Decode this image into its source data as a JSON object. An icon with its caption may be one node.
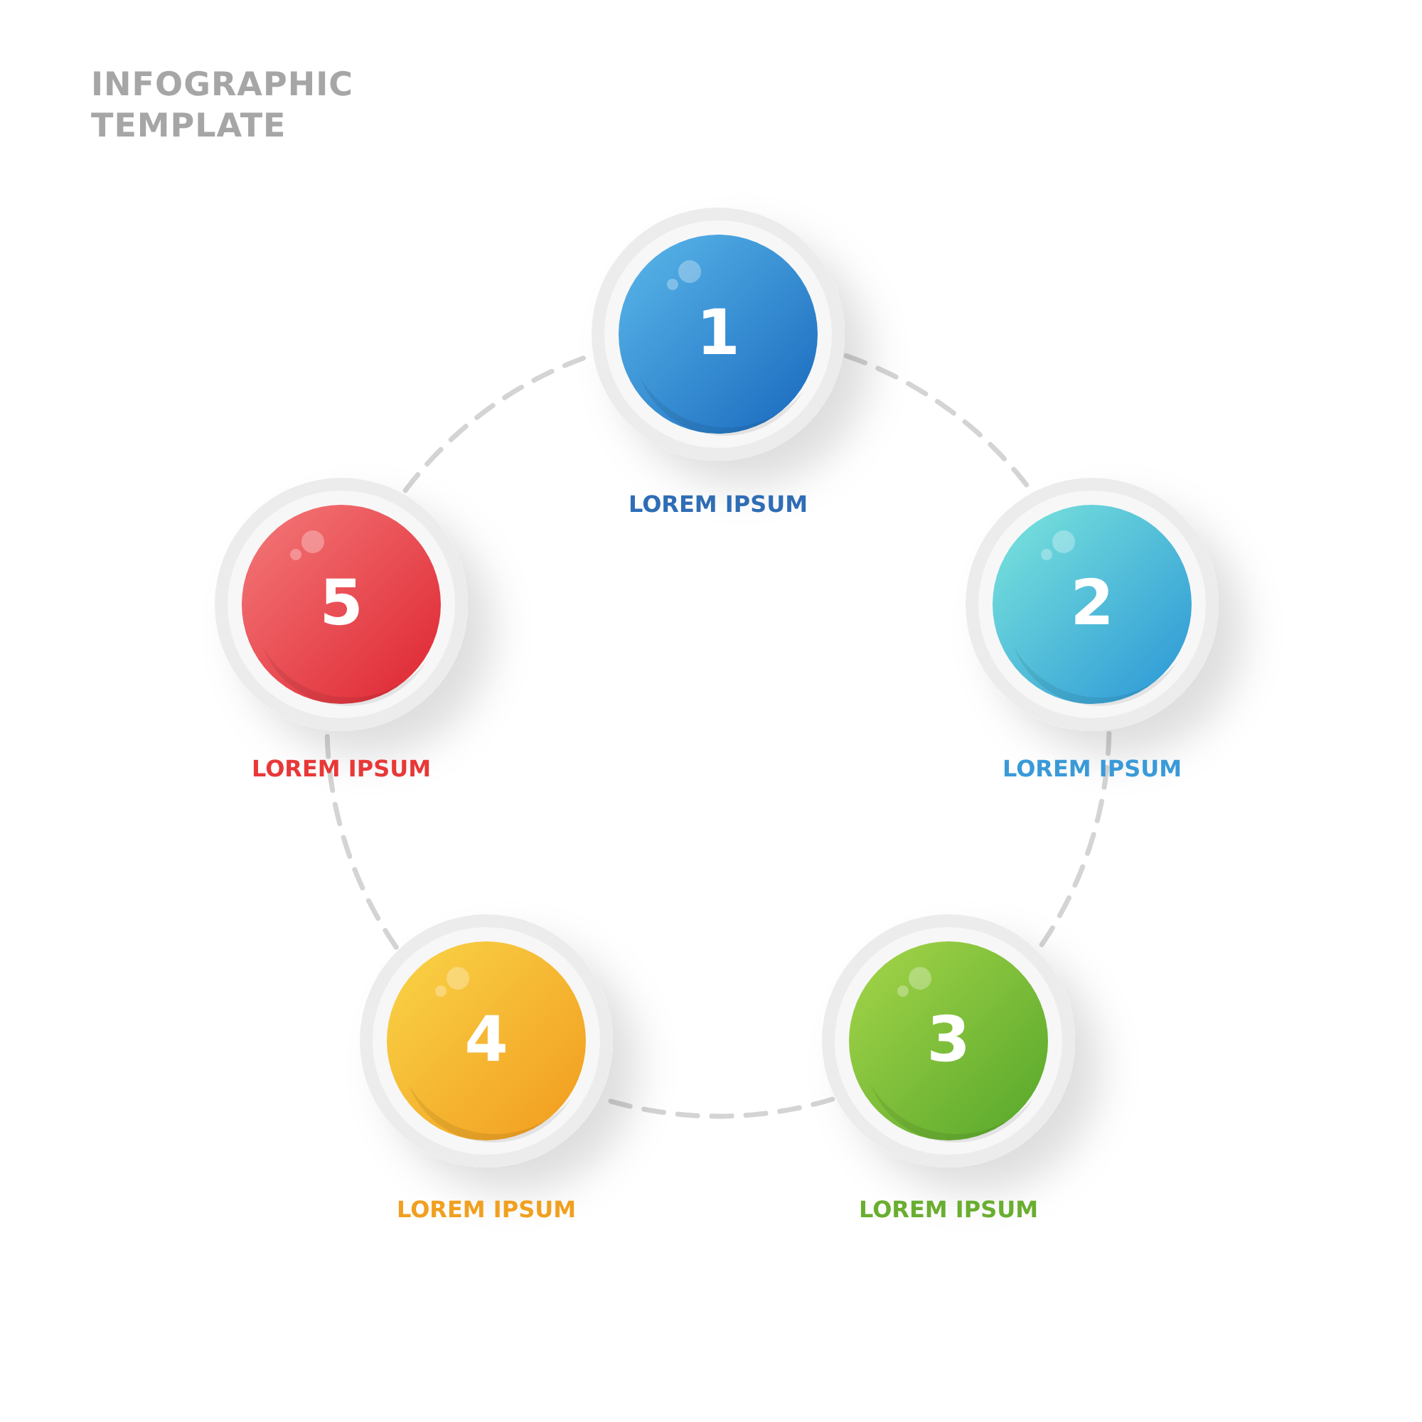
{
  "diagram": {
    "title": "INFOGRAPHIC TEMPLATE",
    "nodes": [
      {
        "text": [
          "1"
        ],
        "beside": [
          "LOREM IPSUM"
        ]
      },
      {
        "text": [
          "2"
        ],
        "beside": [
          "LOREM IPSUM"
        ]
      },
      {
        "text": [
          "3"
        ],
        "beside": [
          "LOREM IPSUM"
        ]
      },
      {
        "text": [
          "4"
        ],
        "beside": [
          "LOREM IPSUM"
        ]
      },
      {
        "text": [
          "5"
        ],
        "beside": [
          "LOREM IPSUM"
        ]
      }
    ],
    "edges": [
      {
        "from": 0,
        "to": 1,
        "arrow": "none",
        "style": "dashed"
      },
      {
        "from": 1,
        "to": 2,
        "arrow": "none",
        "style": "dashed"
      },
      {
        "from": 2,
        "to": 3,
        "arrow": "none",
        "style": "dashed"
      },
      {
        "from": 3,
        "to": 4,
        "arrow": "none",
        "style": "dashed"
      },
      {
        "from": 4,
        "to": 0,
        "arrow": "none",
        "style": "dashed"
      }
    ]
  }
}
